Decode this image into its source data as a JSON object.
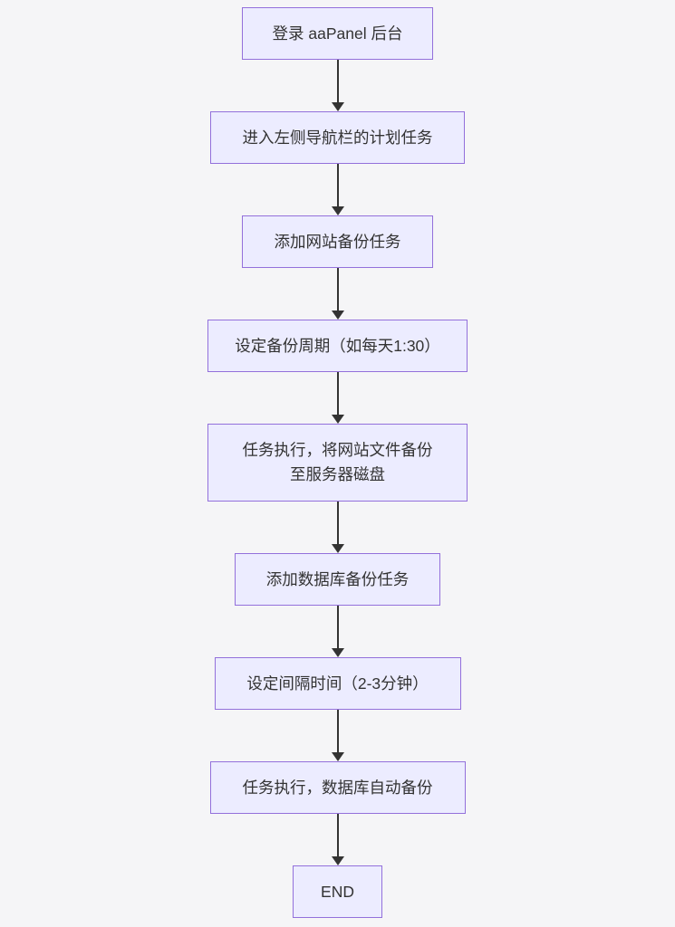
{
  "diagram": {
    "type": "flowchart",
    "direction": "top-down",
    "nodes": [
      {
        "id": "login",
        "label": "登录 aaPanel 后台"
      },
      {
        "id": "open-cron-menu",
        "label": "进入左侧导航栏的计划任务"
      },
      {
        "id": "add-site-backup",
        "label": "添加网站备份任务"
      },
      {
        "id": "set-backup-cycle",
        "label": "设定备份周期（如每天1:30）"
      },
      {
        "id": "run-site-backup",
        "label": "任务执行，将网站文件备份\n至服务器磁盘"
      },
      {
        "id": "add-db-backup",
        "label": "添加数据库备份任务"
      },
      {
        "id": "set-interval",
        "label": "设定间隔时间（2-3分钟）"
      },
      {
        "id": "run-db-backup",
        "label": "任务执行，数据库自动备份"
      },
      {
        "id": "end",
        "label": "END"
      }
    ],
    "edges": [
      {
        "from": "login",
        "to": "open-cron-menu"
      },
      {
        "from": "open-cron-menu",
        "to": "add-site-backup"
      },
      {
        "from": "add-site-backup",
        "to": "set-backup-cycle"
      },
      {
        "from": "set-backup-cycle",
        "to": "run-site-backup"
      },
      {
        "from": "run-site-backup",
        "to": "add-db-backup"
      },
      {
        "from": "add-db-backup",
        "to": "set-interval"
      },
      {
        "from": "set-interval",
        "to": "run-db-backup"
      },
      {
        "from": "run-db-backup",
        "to": "end"
      }
    ],
    "colors": {
      "node_fill": "#ECECFF",
      "node_border": "#9370DB",
      "text": "#333333",
      "arrow": "#333333",
      "background": "#F5F5F7"
    }
  }
}
